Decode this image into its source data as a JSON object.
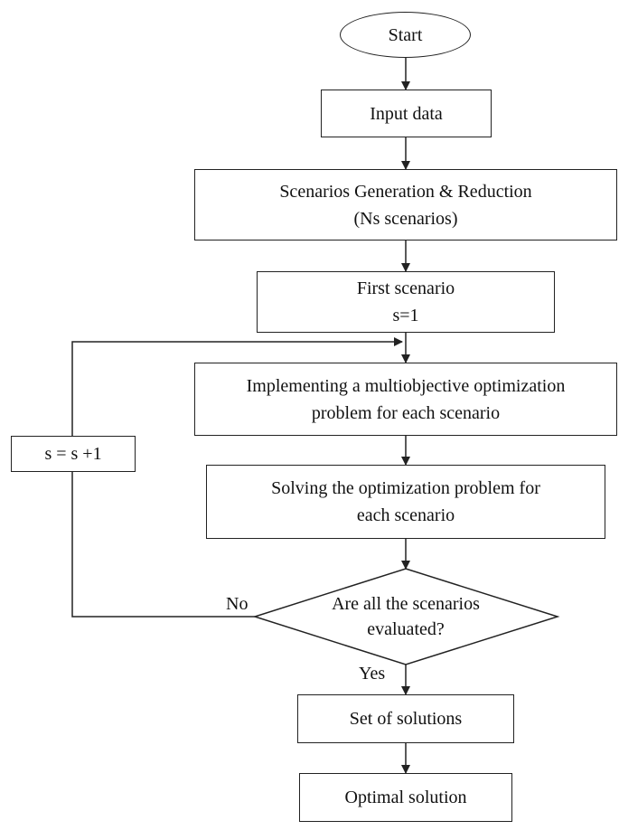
{
  "flowchart": {
    "start": "Start",
    "input": "Input data",
    "scenarios": {
      "line1": "Scenarios Generation & Reduction",
      "line2": "(Ns scenarios)"
    },
    "first": {
      "line1": "First scenario",
      "line2": "s=1"
    },
    "implement": {
      "line1": "Implementing a multiobjective optimization",
      "line2": "problem for each scenario"
    },
    "solve": {
      "line1": "Solving the optimization problem for",
      "line2": "each scenario"
    },
    "decision": {
      "line1": "Are all the scenarios",
      "line2": "evaluated?"
    },
    "increment": "s = s +1",
    "no_label": "No",
    "yes_label": "Yes",
    "set_solutions": "Set of solutions",
    "optimal": "Optimal solution"
  }
}
